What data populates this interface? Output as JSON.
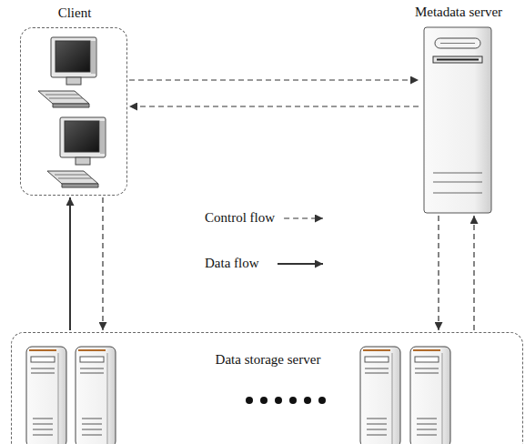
{
  "diagram": {
    "nodes": [
      {
        "text": [
          "Client"
        ]
      },
      {
        "text": [
          "Metadata server"
        ]
      },
      {
        "text": [
          "Data storage server"
        ]
      }
    ],
    "edges": [
      {
        "from": 0,
        "to": 1,
        "arrow": "to"
      },
      {
        "from": 1,
        "to": 0,
        "arrow": "to"
      },
      {
        "from": 0,
        "to": 2,
        "arrow": "to"
      },
      {
        "from": 2,
        "to": 0,
        "arrow": "to"
      },
      {
        "from": 1,
        "to": 2,
        "arrow": "to"
      },
      {
        "from": 2,
        "to": 1,
        "arrow": "to"
      }
    ],
    "legend": [
      {
        "text": "Control flow"
      },
      {
        "text": "Data flow"
      }
    ]
  }
}
